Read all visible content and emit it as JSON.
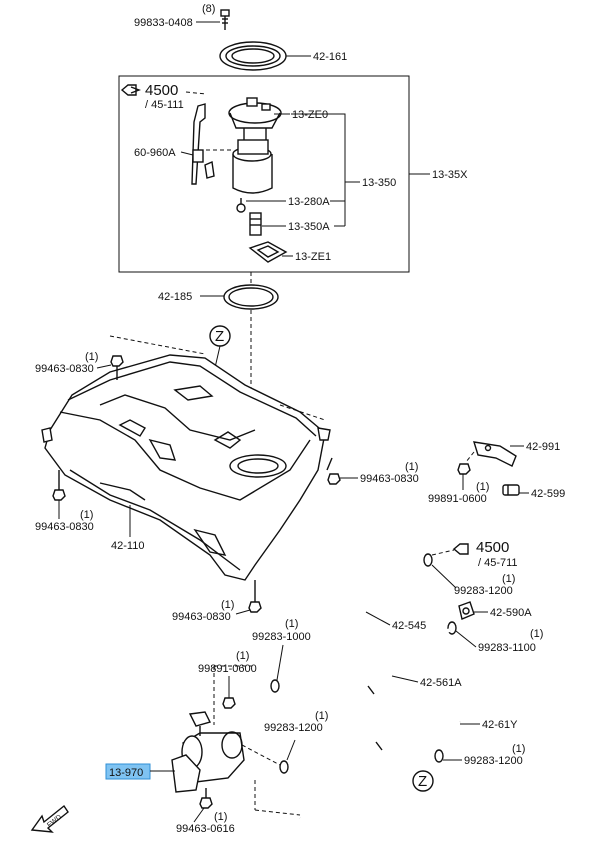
{
  "callouts": {
    "bolt_top": "99833-0408",
    "bolt_top_qty": "(8)",
    "ring_top": "42-161",
    "ref_4500_top": "4500",
    "ref_45111": "/ 45-111",
    "sender": "60-960A",
    "pump_top": "13-ZE0",
    "pump_assy": "13-350",
    "module": "13-35X",
    "clip": "13-280A",
    "filter": "13-350A",
    "gasket": "13-ZE1",
    "ring_mid": "42-185",
    "z_marker": "Z",
    "bolt_left_top": "99463-0830",
    "bolt_left_top_qty": "(1)",
    "bolt_right_tank": "99463-0830",
    "bolt_right_tank_qty": "(1)",
    "bolt_left_bottom": "99463-0830",
    "bolt_left_bottom_qty": "(1)",
    "tank": "42-110",
    "bolt_tank_bottom": "99463-0830",
    "bolt_tank_bottom_qty": "(1)",
    "bracket": "42-991",
    "nut_bracket": "99891-0600",
    "nut_bracket_qty": "(1)",
    "clamp_599": "42-599",
    "ref_4500_mid": "4500",
    "ref_45711": "/ 45-711",
    "clamp_1200_a": "99283-1200",
    "clamp_1200_a_qty": "(1)",
    "hose_545": "42-545",
    "clamp_1000": "99283-1000",
    "clamp_1000_qty": "(1)",
    "part_590a": "42-590A",
    "clamp_1100": "99283-1100",
    "clamp_1100_qty": "(1)",
    "nut_canister": "99891-0600",
    "nut_canister_qty": "(1)",
    "hose_561a": "42-561A",
    "clamp_1200_b": "99283-1200",
    "clamp_1200_b_qty": "(1)",
    "hose_61y": "42-61Y",
    "clamp_1200_c": "99283-1200",
    "clamp_1200_c_qty": "(1)",
    "canister": "13-970",
    "bolt_canister": "99463-0616",
    "bolt_canister_qty": "(1)",
    "fwd": "FWD"
  },
  "highlight_color": "#7fc3f2"
}
